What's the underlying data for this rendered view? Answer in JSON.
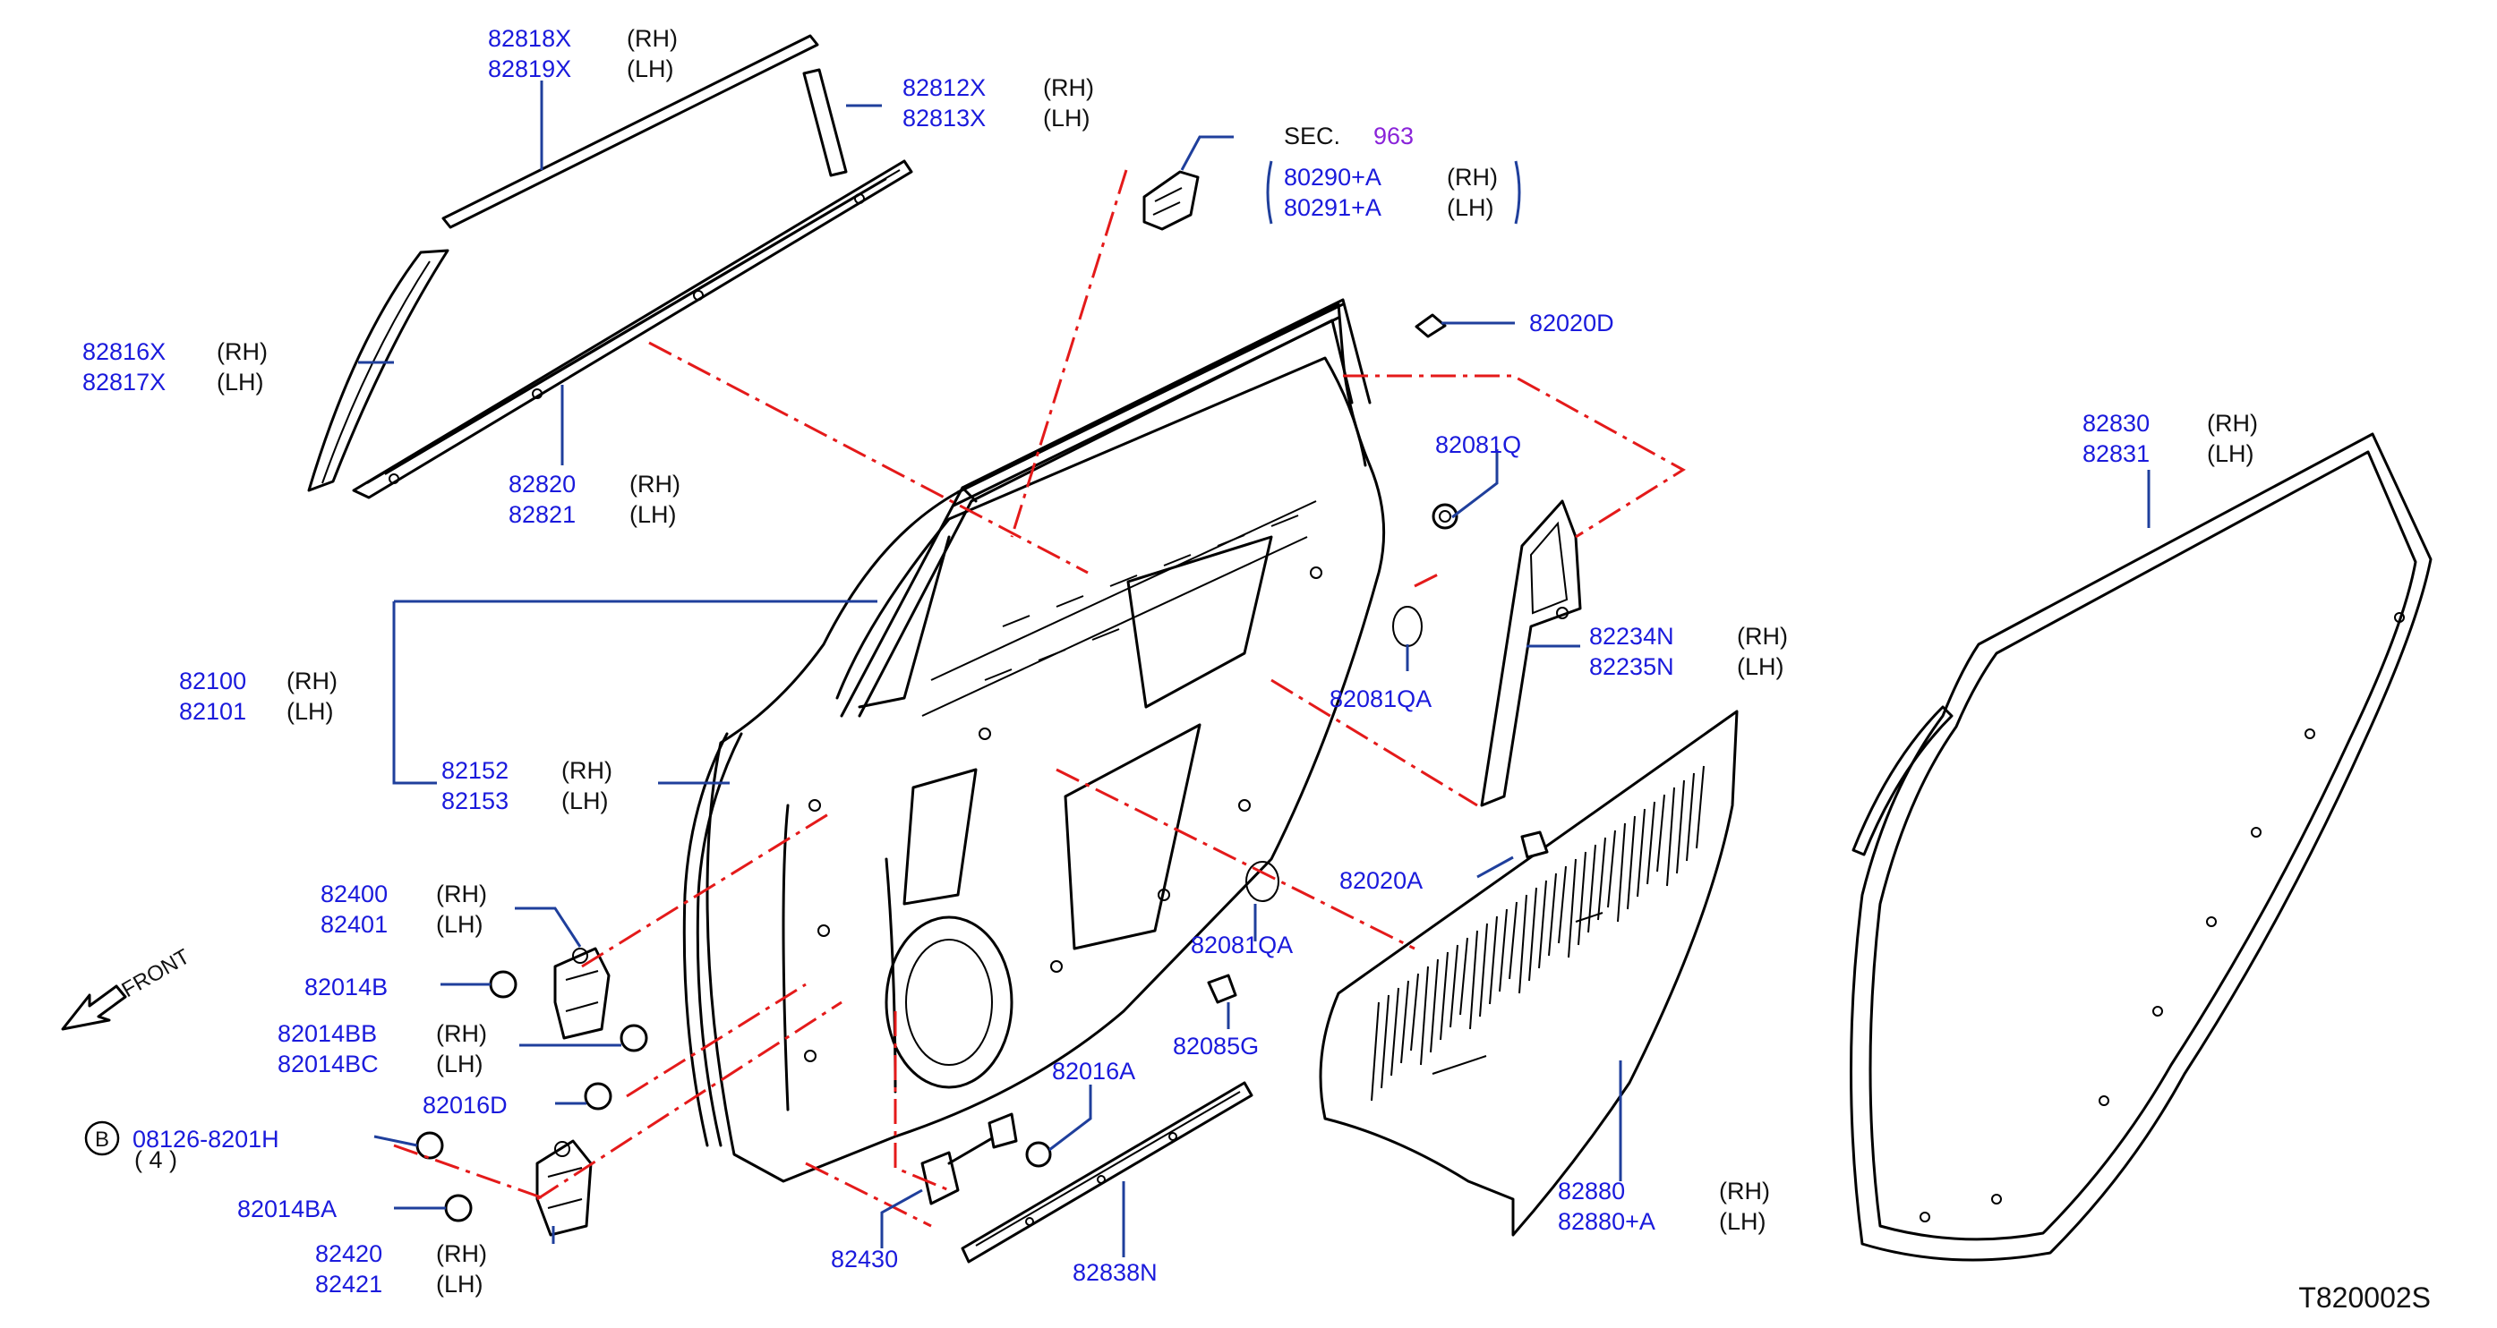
{
  "diagram_code": "T820002S",
  "front_label": "FRONT",
  "section_ref": {
    "prefix": "SEC.",
    "number": "963"
  },
  "bolt_symbol": "B",
  "callouts": [
    {
      "id": "c1",
      "numbers": [
        "82818X",
        "82819X"
      ],
      "sides": [
        "(RH)",
        "(LH)"
      ]
    },
    {
      "id": "c2",
      "numbers": [
        "82812X",
        "82813X"
      ],
      "sides": [
        "(RH)",
        "(LH)"
      ]
    },
    {
      "id": "c3",
      "numbers": [
        "80290+A",
        "80291+A"
      ],
      "sides": [
        "(RH)",
        "(LH)"
      ]
    },
    {
      "id": "c4",
      "numbers": [
        "82816X",
        "82817X"
      ],
      "sides": [
        "(RH)",
        "(LH)"
      ]
    },
    {
      "id": "c5",
      "numbers": [
        "82820",
        "82821"
      ],
      "sides": [
        "(RH)",
        "(LH)"
      ]
    },
    {
      "id": "c6",
      "numbers": [
        "82020D"
      ],
      "sides": []
    },
    {
      "id": "c7",
      "numbers": [
        "82081Q"
      ],
      "sides": []
    },
    {
      "id": "c8",
      "numbers": [
        "82830",
        "82831"
      ],
      "sides": [
        "(RH)",
        "(LH)"
      ]
    },
    {
      "id": "c9",
      "numbers": [
        "82234N",
        "82235N"
      ],
      "sides": [
        "(RH)",
        "(LH)"
      ]
    },
    {
      "id": "c10",
      "numbers": [
        "82081QA"
      ],
      "sides": []
    },
    {
      "id": "c11",
      "numbers": [
        "82100",
        "82101"
      ],
      "sides": [
        "(RH)",
        "(LH)"
      ]
    },
    {
      "id": "c12",
      "numbers": [
        "82152",
        "82153"
      ],
      "sides": [
        "(RH)",
        "(LH)"
      ]
    },
    {
      "id": "c13",
      "numbers": [
        "82020A"
      ],
      "sides": []
    },
    {
      "id": "c14",
      "numbers": [
        "82400",
        "82401"
      ],
      "sides": [
        "(RH)",
        "(LH)"
      ]
    },
    {
      "id": "c15",
      "numbers": [
        "82081QA"
      ],
      "sides": []
    },
    {
      "id": "c16",
      "numbers": [
        "82014B"
      ],
      "sides": []
    },
    {
      "id": "c17",
      "numbers": [
        "82085G"
      ],
      "sides": []
    },
    {
      "id": "c18",
      "numbers": [
        "82014BB",
        "82014BC"
      ],
      "sides": [
        "(RH)",
        "(LH)"
      ]
    },
    {
      "id": "c19",
      "numbers": [
        "82016A"
      ],
      "sides": []
    },
    {
      "id": "c20",
      "numbers": [
        "82016D"
      ],
      "sides": []
    },
    {
      "id": "c21",
      "numbers": [
        "08126-8201H"
      ],
      "sides": []
    },
    {
      "id": "c22",
      "numbers": [
        "82880",
        "82880+A"
      ],
      "sides": [
        "(RH)",
        "(LH)"
      ]
    },
    {
      "id": "c23",
      "numbers": [
        "82014BA"
      ],
      "sides": []
    },
    {
      "id": "c24",
      "numbers": [
        "82430"
      ],
      "sides": []
    },
    {
      "id": "c25",
      "numbers": [
        "82420",
        "82421"
      ],
      "sides": [
        "(RH)",
        "(LH)"
      ]
    },
    {
      "id": "c26",
      "numbers": [
        "82838N"
      ],
      "sides": []
    }
  ],
  "bolt_quantity": "( 4 )"
}
